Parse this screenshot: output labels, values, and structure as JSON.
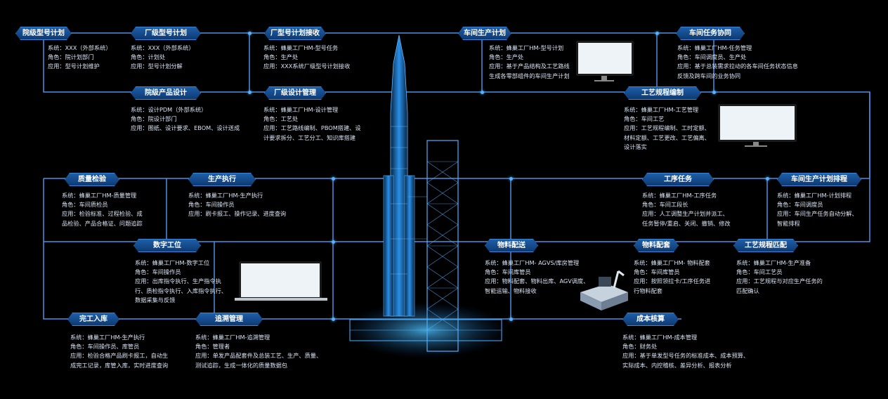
{
  "colors": {
    "background": "#000000",
    "line": "#4a90e2",
    "badge": "#1f5ea8",
    "text": "#d7e3f2"
  },
  "nodes": {
    "yjxhjh": {
      "title": "院级型号计划",
      "lines": [
        "系统：XXX（外部系统）",
        "角色：院计划部门",
        "应用：型号计划维护"
      ]
    },
    "cjxhjh": {
      "title": "厂级型号计划",
      "lines": [
        "系统：XXX（外部系统）",
        "角色：计划处",
        "应用：型号计划分解"
      ]
    },
    "cxhjhjs": {
      "title": "厂型号计划接收",
      "lines": [
        "系统：蜂巢工厂HM-型号任务",
        "角色：生产处",
        "应用：XXX系统厂级型号计划接收"
      ]
    },
    "cjsc": {
      "title": "车间生产计划",
      "lines": [
        "系统：蜂巢工厂HM-型号计划",
        "角色：生产处",
        "应用：基于产品结构及工艺路线",
        "生成各零部组件的车间生产计划"
      ]
    },
    "cjrwxt": {
      "title": "车间任务协同",
      "lines": [
        "系统：蜂巢工厂HM-任务管理",
        "角色：车间调度员、生产处",
        "应用：基于总装需求拉动的各车间任务状态信息",
        "反馈及跨车间的业务协同"
      ]
    },
    "yjcpsj": {
      "title": "院级产品设计",
      "lines": [
        "系统：设计PDM（外部系统）",
        "角色：院设计部门",
        "应用：图纸、设计要求、EBOM、设计送成"
      ]
    },
    "cjsjgl": {
      "title": "厂级设计管理",
      "lines": [
        "系统：蜂巢工厂HM-设计管理",
        "角色：工艺处",
        "应用：工艺路线编制、PBOM搭建、设",
        "计要求拆分、工艺分工、知识库搭建"
      ]
    },
    "gygcbz": {
      "title": "工艺规程编制",
      "lines": [
        "系统：蜂巢工厂HM-工艺管理",
        "角色：车间工艺",
        "应用：工艺规程编制、工时定额、",
        "材料定额、工艺更改、工艺偏离、",
        "设计落实"
      ]
    },
    "zljy": {
      "title": "质量检验",
      "lines": [
        "系统：蜂巢工厂HM-质量管理",
        "角色：车间质检员",
        "应用：检验标准、过程检验、成",
        "品检验、产品合格证、问题追踪"
      ]
    },
    "sczx": {
      "title": "生产执行",
      "lines": [
        "系统：蜂巢工厂HM-生产执行",
        "角色：车间操作员",
        "应用：刷卡报工、操作记录、进度查询"
      ]
    },
    "gxrw": {
      "title": "工序任务",
      "lines": [
        "系统：蜂巢工厂HM-工序任务",
        "角色：车间工段长",
        "应用：人工调整生产计划并派工、",
        "任务暂停/重启、关闭、撤销、修改"
      ]
    },
    "cjscjhpc": {
      "title": "车间生产计划排程",
      "lines": [
        "系统：蜂巢工厂HM-计划排程",
        "角色：车间调度员",
        "应用：车间生产任务自动分解、",
        "智能排程"
      ]
    },
    "szgw": {
      "title": "数字工位",
      "lines": [
        "系统：蜂巢工厂HM-数字工位",
        "角色：车间操作员",
        "应用：出库指令执行、生产指令执",
        "行、质检指令执行、入库指令执行、",
        "数据采集与反馈"
      ]
    },
    "wlps": {
      "title": "物料配送",
      "lines": [
        "系统：蜂巢工厂HM- AGVS/库房管理",
        "角色：车间库管员",
        "应用：物料配套、物料出库、AGV调度、",
        "智能运输、物料接收"
      ]
    },
    "wlpt": {
      "title": "物料配套",
      "lines": [
        "系统：蜂巢工厂HM- 物料配套",
        "角色：车间库管员",
        "应用：按照领拉卡/工序任务进",
        "行物料配套"
      ]
    },
    "gygcpp": {
      "title": "工艺规程匹配",
      "lines": [
        "系统：蜂巢工厂HM-生产准备",
        "角色：车间工艺员",
        "应用：工艺规程与对应生产任务的",
        "匹配确认"
      ]
    },
    "wgrk": {
      "title": "完工入库",
      "lines": [
        "系统：蜂巢工厂HM-生产执行",
        "角色：车间操作员、库管员",
        "应用：检验合格产品刷卡报工，自动生",
        "成完工记录，库管入库，实时进度查询"
      ]
    },
    "zsgl": {
      "title": "追溯管理",
      "lines": [
        "系统：蜂巢工厂HM-追溯管理",
        "角色：管理者",
        "应用：单发产品配套件及总装工艺、生产、质量、",
        "测试追踪，生成一体化的质量数据包"
      ]
    },
    "cbhs": {
      "title": "成本核算",
      "lines": [
        "系统：蜂巢工厂HM-成本管理",
        "角色：财务处",
        "应用：基于单发型号任务的标准成本、成本预算、",
        "实际成本、内控稽核、差异分析、报表分析"
      ]
    }
  }
}
